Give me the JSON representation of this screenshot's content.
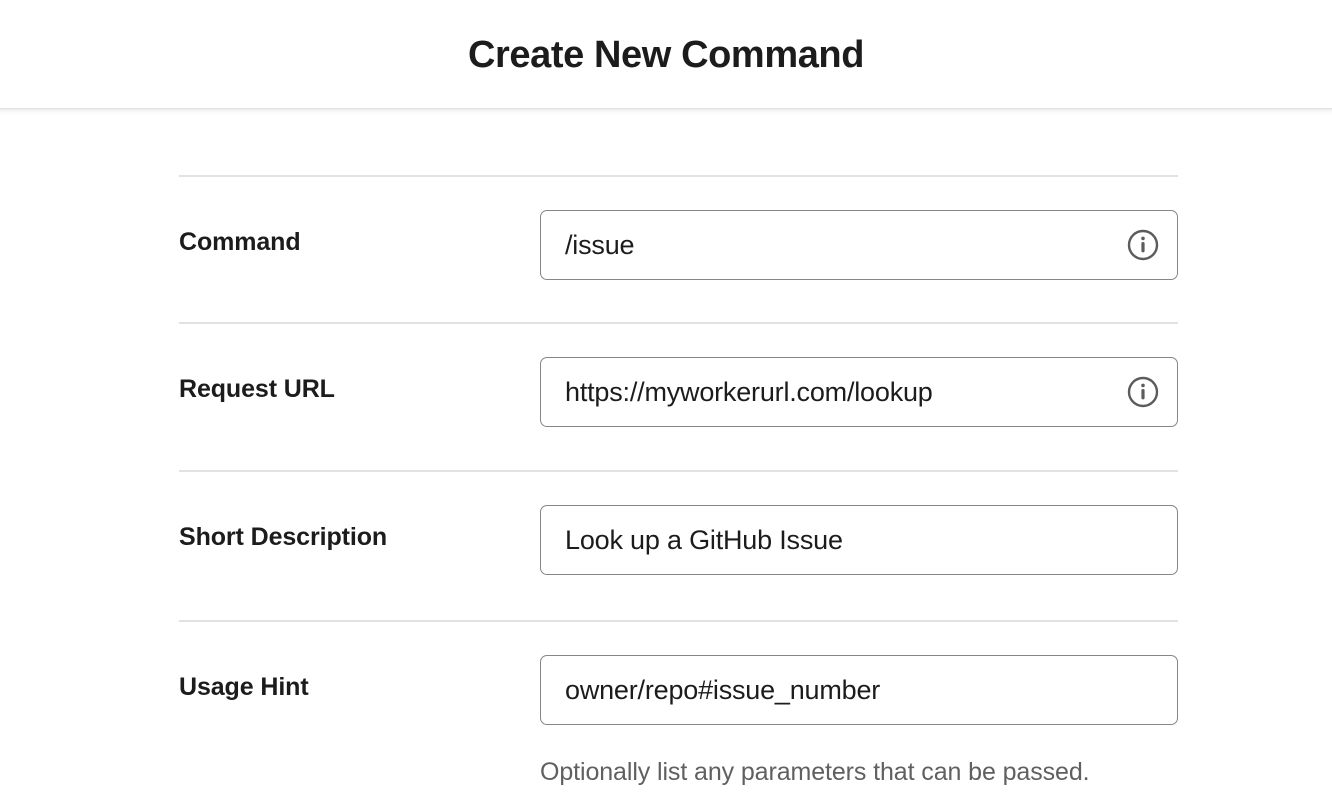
{
  "header": {
    "title": "Create New Command"
  },
  "form": {
    "rows": [
      {
        "label": "Command",
        "value": "/issue",
        "has_info_icon": true,
        "info_icon": "info-circle-icon",
        "help": ""
      },
      {
        "label": "Request URL",
        "value": "https://myworkerurl.com/lookup",
        "has_info_icon": true,
        "info_icon": "info-circle-icon",
        "help": ""
      },
      {
        "label": "Short Description",
        "value": "Look up a GitHub Issue",
        "has_info_icon": false,
        "info_icon": "",
        "help": ""
      },
      {
        "label": "Usage Hint",
        "value": "owner/repo#issue_number",
        "has_info_icon": false,
        "info_icon": "",
        "help": "Optionally list any parameters that can be passed."
      }
    ]
  },
  "colors": {
    "text_primary": "#1d1c1d",
    "text_muted": "#616061",
    "input_border": "#868686",
    "divider": "#e2e2e2",
    "background": "#ffffff"
  }
}
